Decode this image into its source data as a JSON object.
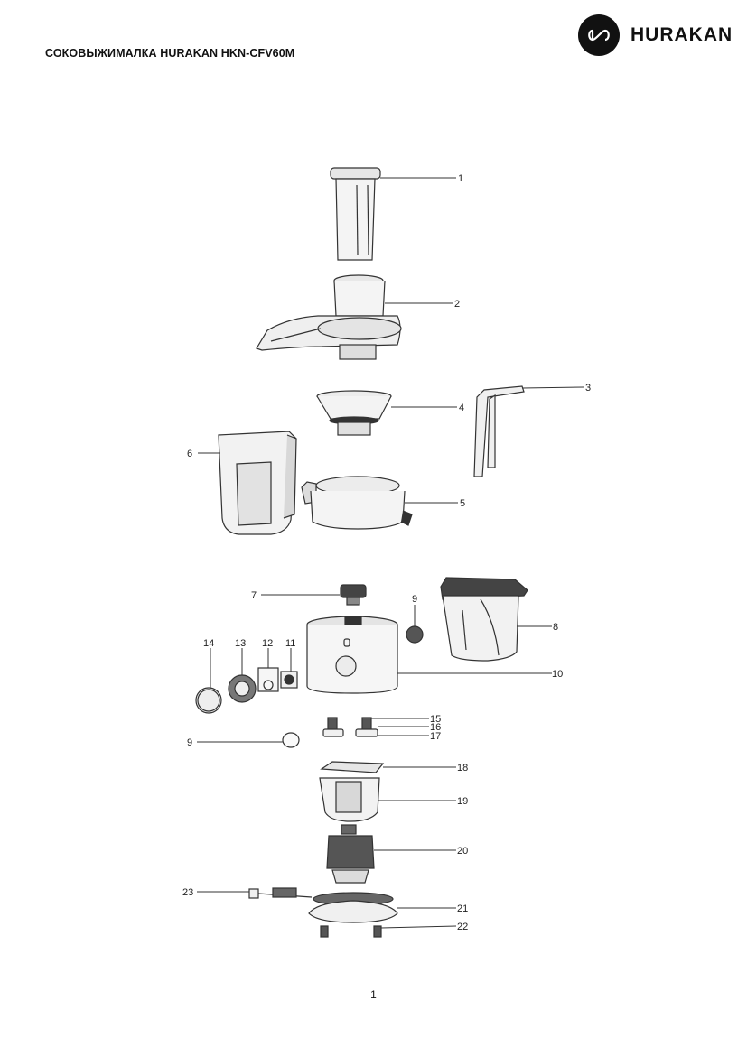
{
  "header": {
    "title": "СОКОВЫЖИМАЛКА HURAKAN HKN-CFV60M",
    "brand": "HURAKAN",
    "logo_icon": "infinity-logo-icon"
  },
  "diagram": {
    "callouts": [
      "1",
      "2",
      "3",
      "4",
      "5",
      "6",
      "7",
      "8",
      "9",
      "9",
      "10",
      "11",
      "12",
      "13",
      "14",
      "15",
      "16",
      "17",
      "18",
      "19",
      "20",
      "21",
      "22",
      "23"
    ]
  },
  "footer": {
    "page_number": "1"
  },
  "colors": {
    "ink": "#111111",
    "line": "#333333",
    "fill_light": "#f2f2f2",
    "fill_mid": "#d9d9d9",
    "fill_dark": "#555555"
  }
}
